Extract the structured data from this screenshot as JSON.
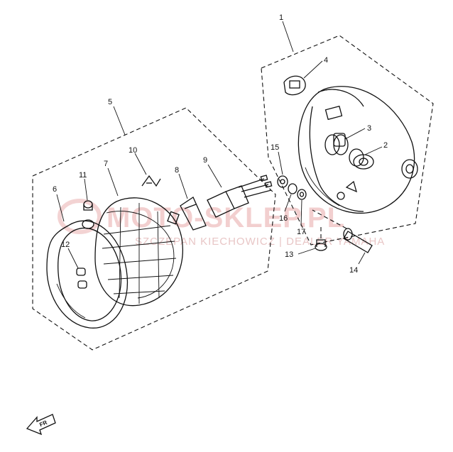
{
  "watermark": {
    "brand": "MOTO-SKLEP.PL",
    "line": "SZCZEPAN KIECHOWICZ | DEALER YAMAHA"
  },
  "part_numbers": {
    "p1": "1",
    "p2": "2",
    "p3": "3",
    "p4": "4",
    "p5": "5",
    "p6": "6",
    "p7": "7",
    "p8": "8",
    "p9": "9",
    "p10": "10",
    "p11": "11",
    "p12": "12",
    "p13": "13",
    "p14": "14",
    "p15": "15",
    "p16": "16",
    "p17": "17"
  },
  "front_arrow": {
    "label": "FR"
  },
  "icons": [
    "headlight-housing-icon",
    "headlight-rim-icon",
    "lens-unit-icon",
    "bulb-socket-icon",
    "front-direction-arrow-icon"
  ]
}
